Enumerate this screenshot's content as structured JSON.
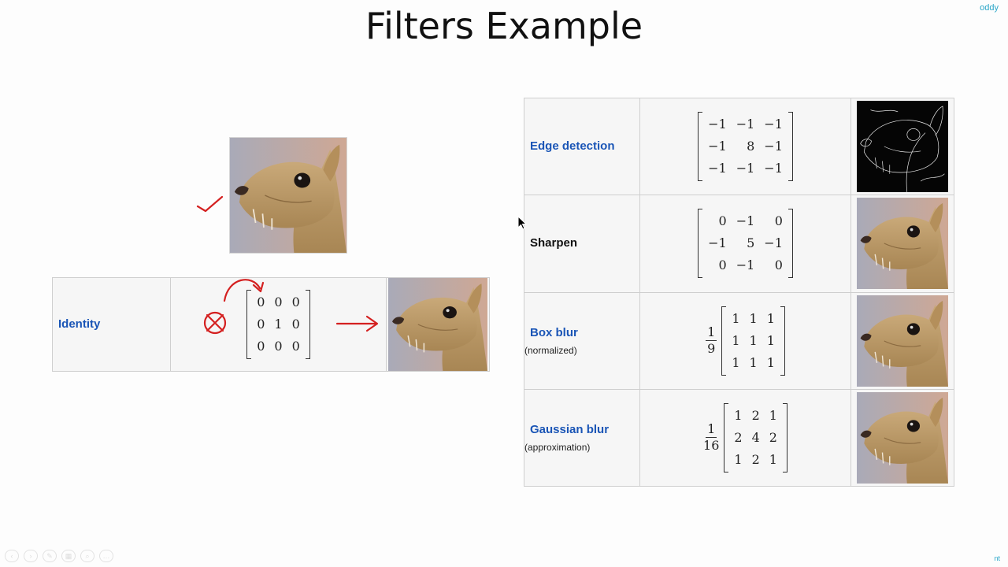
{
  "slide": {
    "title": "Filters Example",
    "corner_top": "oddy",
    "corner_bottom": "nt"
  },
  "identity": {
    "label": "Identity",
    "matrix": [
      [
        "0",
        "0",
        "0"
      ],
      [
        "0",
        "1",
        "0"
      ],
      [
        "0",
        "0",
        "0"
      ]
    ]
  },
  "filters": [
    {
      "label": "Edge detection",
      "label_color": "blue",
      "sub": "",
      "fraction": null,
      "matrix": [
        [
          "−1",
          "−1",
          "−1"
        ],
        [
          "−1",
          "8",
          "−1"
        ],
        [
          "−1",
          "−1",
          "−1"
        ]
      ],
      "image": "edge"
    },
    {
      "label": "Sharpen",
      "label_color": "black",
      "sub": "",
      "fraction": null,
      "matrix": [
        [
          "0",
          "−1",
          "0"
        ],
        [
          "−1",
          "5",
          "−1"
        ],
        [
          "0",
          "−1",
          "0"
        ]
      ],
      "image": "photo"
    },
    {
      "label": "Box blur",
      "label_color": "blue",
      "sub": "(normalized)",
      "fraction": {
        "num": "1",
        "den": "9"
      },
      "matrix": [
        [
          "1",
          "1",
          "1"
        ],
        [
          "1",
          "1",
          "1"
        ],
        [
          "1",
          "1",
          "1"
        ]
      ],
      "image": "photo"
    },
    {
      "label": "Gaussian blur",
      "label_color": "blue",
      "sub": "(approximation)",
      "fraction": {
        "num": "1",
        "den": "16"
      },
      "matrix": [
        [
          "1",
          "2",
          "1"
        ],
        [
          "2",
          "4",
          "2"
        ],
        [
          "1",
          "2",
          "1"
        ]
      ],
      "image": "photo"
    }
  ],
  "annotation_color": "#d42020",
  "icons": [
    "checkmark-icon",
    "convolution-icon",
    "arrow-right-icon",
    "mouse-cursor-icon"
  ]
}
